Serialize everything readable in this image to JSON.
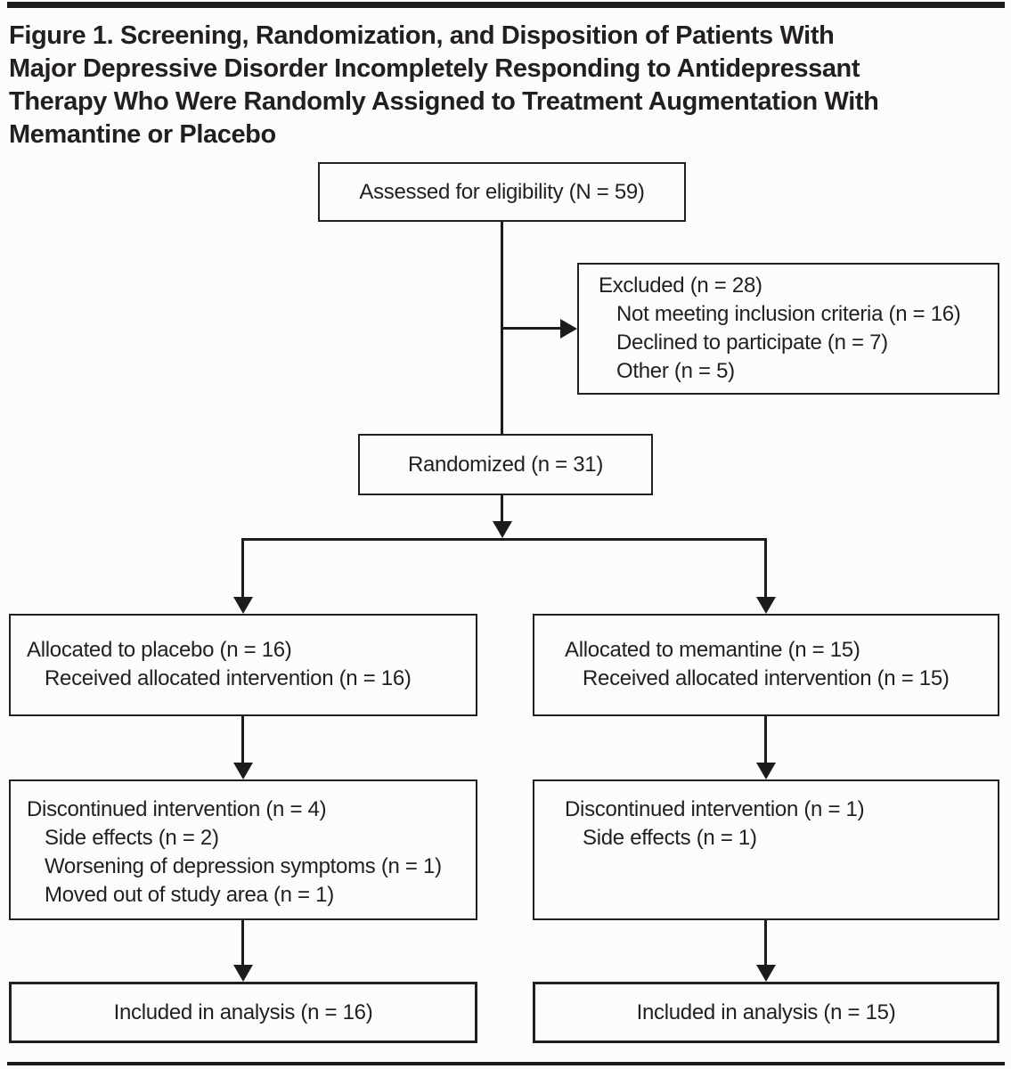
{
  "figure": {
    "title_lines": [
      "Figure 1. Screening, Randomization, and Disposition of Patients With",
      "Major Depressive Disorder Incompletely Responding to Antidepressant",
      "Therapy Who Were Randomly Assigned to Treatment Augmentation With",
      "Memantine or Placebo"
    ]
  },
  "flow": {
    "assessed": {
      "text": "Assessed for eligibility (N = 59)"
    },
    "excluded": {
      "title": "Excluded (n = 28)",
      "items": [
        "Not meeting inclusion criteria (n = 16)",
        "Declined to participate (n = 7)",
        "Other (n = 5)"
      ]
    },
    "randomized": {
      "text": "Randomized (n = 31)"
    },
    "allocated_placebo": {
      "title": "Allocated to placebo (n = 16)",
      "items": [
        "Received allocated intervention (n = 16)"
      ]
    },
    "allocated_memantine": {
      "title": "Allocated to memantine (n = 15)",
      "items": [
        "Received allocated intervention (n = 15)"
      ]
    },
    "discontinued_placebo": {
      "title": "Discontinued intervention (n = 4)",
      "items": [
        "Side effects (n = 2)",
        "Worsening of depression symptoms (n = 1)",
        "Moved out of study area (n = 1)"
      ]
    },
    "discontinued_memantine": {
      "title": "Discontinued intervention (n = 1)",
      "items": [
        "Side effects (n = 1)"
      ]
    },
    "analysis_placebo": {
      "text": "Included in analysis (n = 16)"
    },
    "analysis_memantine": {
      "text": "Included in analysis (n = 15)"
    }
  },
  "colors": {
    "ink": "#231f20",
    "background": "#fcfdfa"
  }
}
